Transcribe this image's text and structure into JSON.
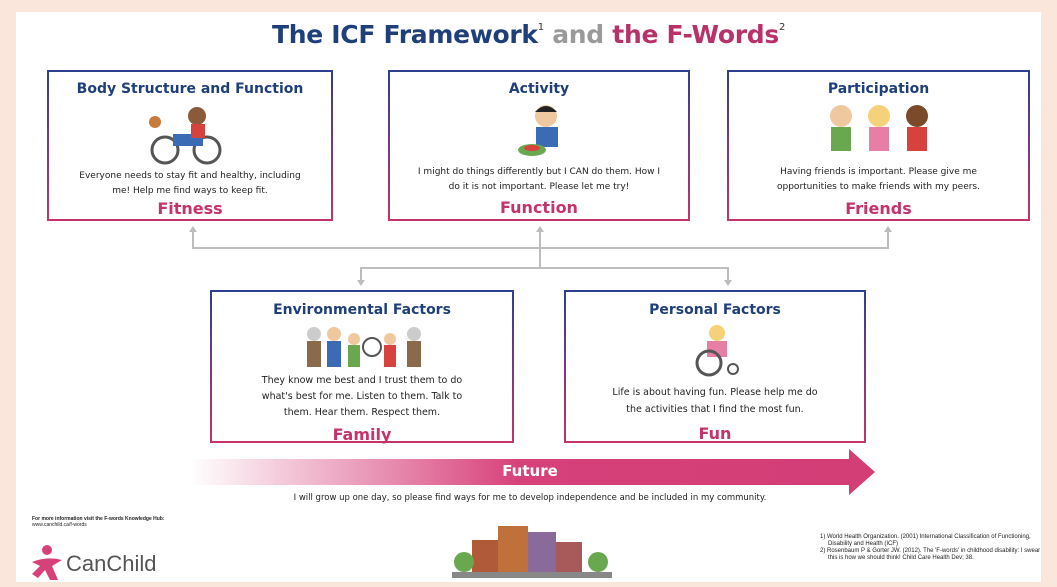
{
  "title": {
    "part1": "The ICF Framework",
    "sup1": "1",
    "part2": "and",
    "part3": "the F-Words",
    "sup2": "2"
  },
  "boxes": {
    "body": {
      "heading": "Body Structure and Function",
      "desc": "Everyone needs to stay fit and healthy, including me! Help me find ways to keep fit.",
      "fword": "Fitness"
    },
    "activity": {
      "heading": "Activity",
      "desc": "I might do things differently but I CAN do them. How I do it is not important. Please let me try!",
      "fword": "Function"
    },
    "participation": {
      "heading": "Participation",
      "desc": "Having friends is important. Please give me opportunities to make friends with my peers.",
      "fword": "Friends"
    },
    "environmental": {
      "heading": "Environmental Factors",
      "desc": "They know me best and I trust them to do what's best for me. Listen to them. Talk to them. Hear them. Respect them.",
      "fword": "Family"
    },
    "personal": {
      "heading": "Personal Factors",
      "desc": "Life is about having  fun. Please help me do the activities that I find the most fun.",
      "fword": "Fun"
    }
  },
  "future": {
    "label": "Future",
    "desc": "I will grow up one day, so please find ways for me to develop independence and be included in my community."
  },
  "info": {
    "bold": "For more information visit the F-words Knowledge Hub:",
    "url": "www.canchild.ca/f-words"
  },
  "logo": {
    "text": "CanChild"
  },
  "references": [
    "1) World Health Organization. (2001) International Classification of Functioning, Disability and Health (ICF)",
    "2) Rosenbaum P & Gorter JW. (2012). The 'F-words' in childhood disability: I swear this is how we should think! Child Care Health Dev; 38."
  ],
  "colors": {
    "navy": "#1f3f7a",
    "magenta": "#c4336c",
    "background": "#fbe6dc"
  }
}
